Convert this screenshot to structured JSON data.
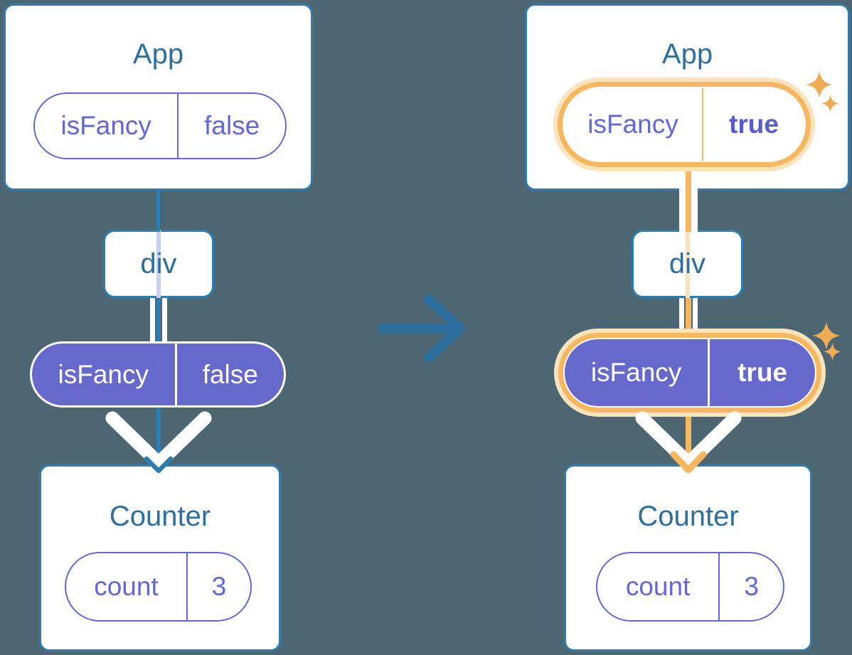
{
  "colors": {
    "background": "#4C6772",
    "card_border_blue": "#2E7DB0",
    "component_title_blue": "#2F6F9E",
    "purple_outline": "#6367D8",
    "purple_fill": "#6768CB",
    "highlight_orange": "#F7B75F",
    "highlight_orange_light": "#FBE4BD",
    "passthrough_lavender": "#CBD2EE",
    "white": "#FFFFFF"
  },
  "transition": {
    "icon": "right-arrow-icon"
  },
  "before": {
    "app": {
      "title": "App",
      "prop": {
        "name": "isFancy",
        "value": "false"
      }
    },
    "div": {
      "label": "div"
    },
    "passed_prop": {
      "name": "isFancy",
      "value": "false"
    },
    "counter": {
      "title": "Counter",
      "state": {
        "name": "count",
        "value": "3"
      }
    }
  },
  "after": {
    "app": {
      "title": "App",
      "prop": {
        "name": "isFancy",
        "value": "true"
      }
    },
    "div": {
      "label": "div"
    },
    "passed_prop": {
      "name": "isFancy",
      "value": "true"
    },
    "counter": {
      "title": "Counter",
      "state": {
        "name": "count",
        "value": "3"
      }
    },
    "highlight_icon": "sparkles-icon"
  }
}
